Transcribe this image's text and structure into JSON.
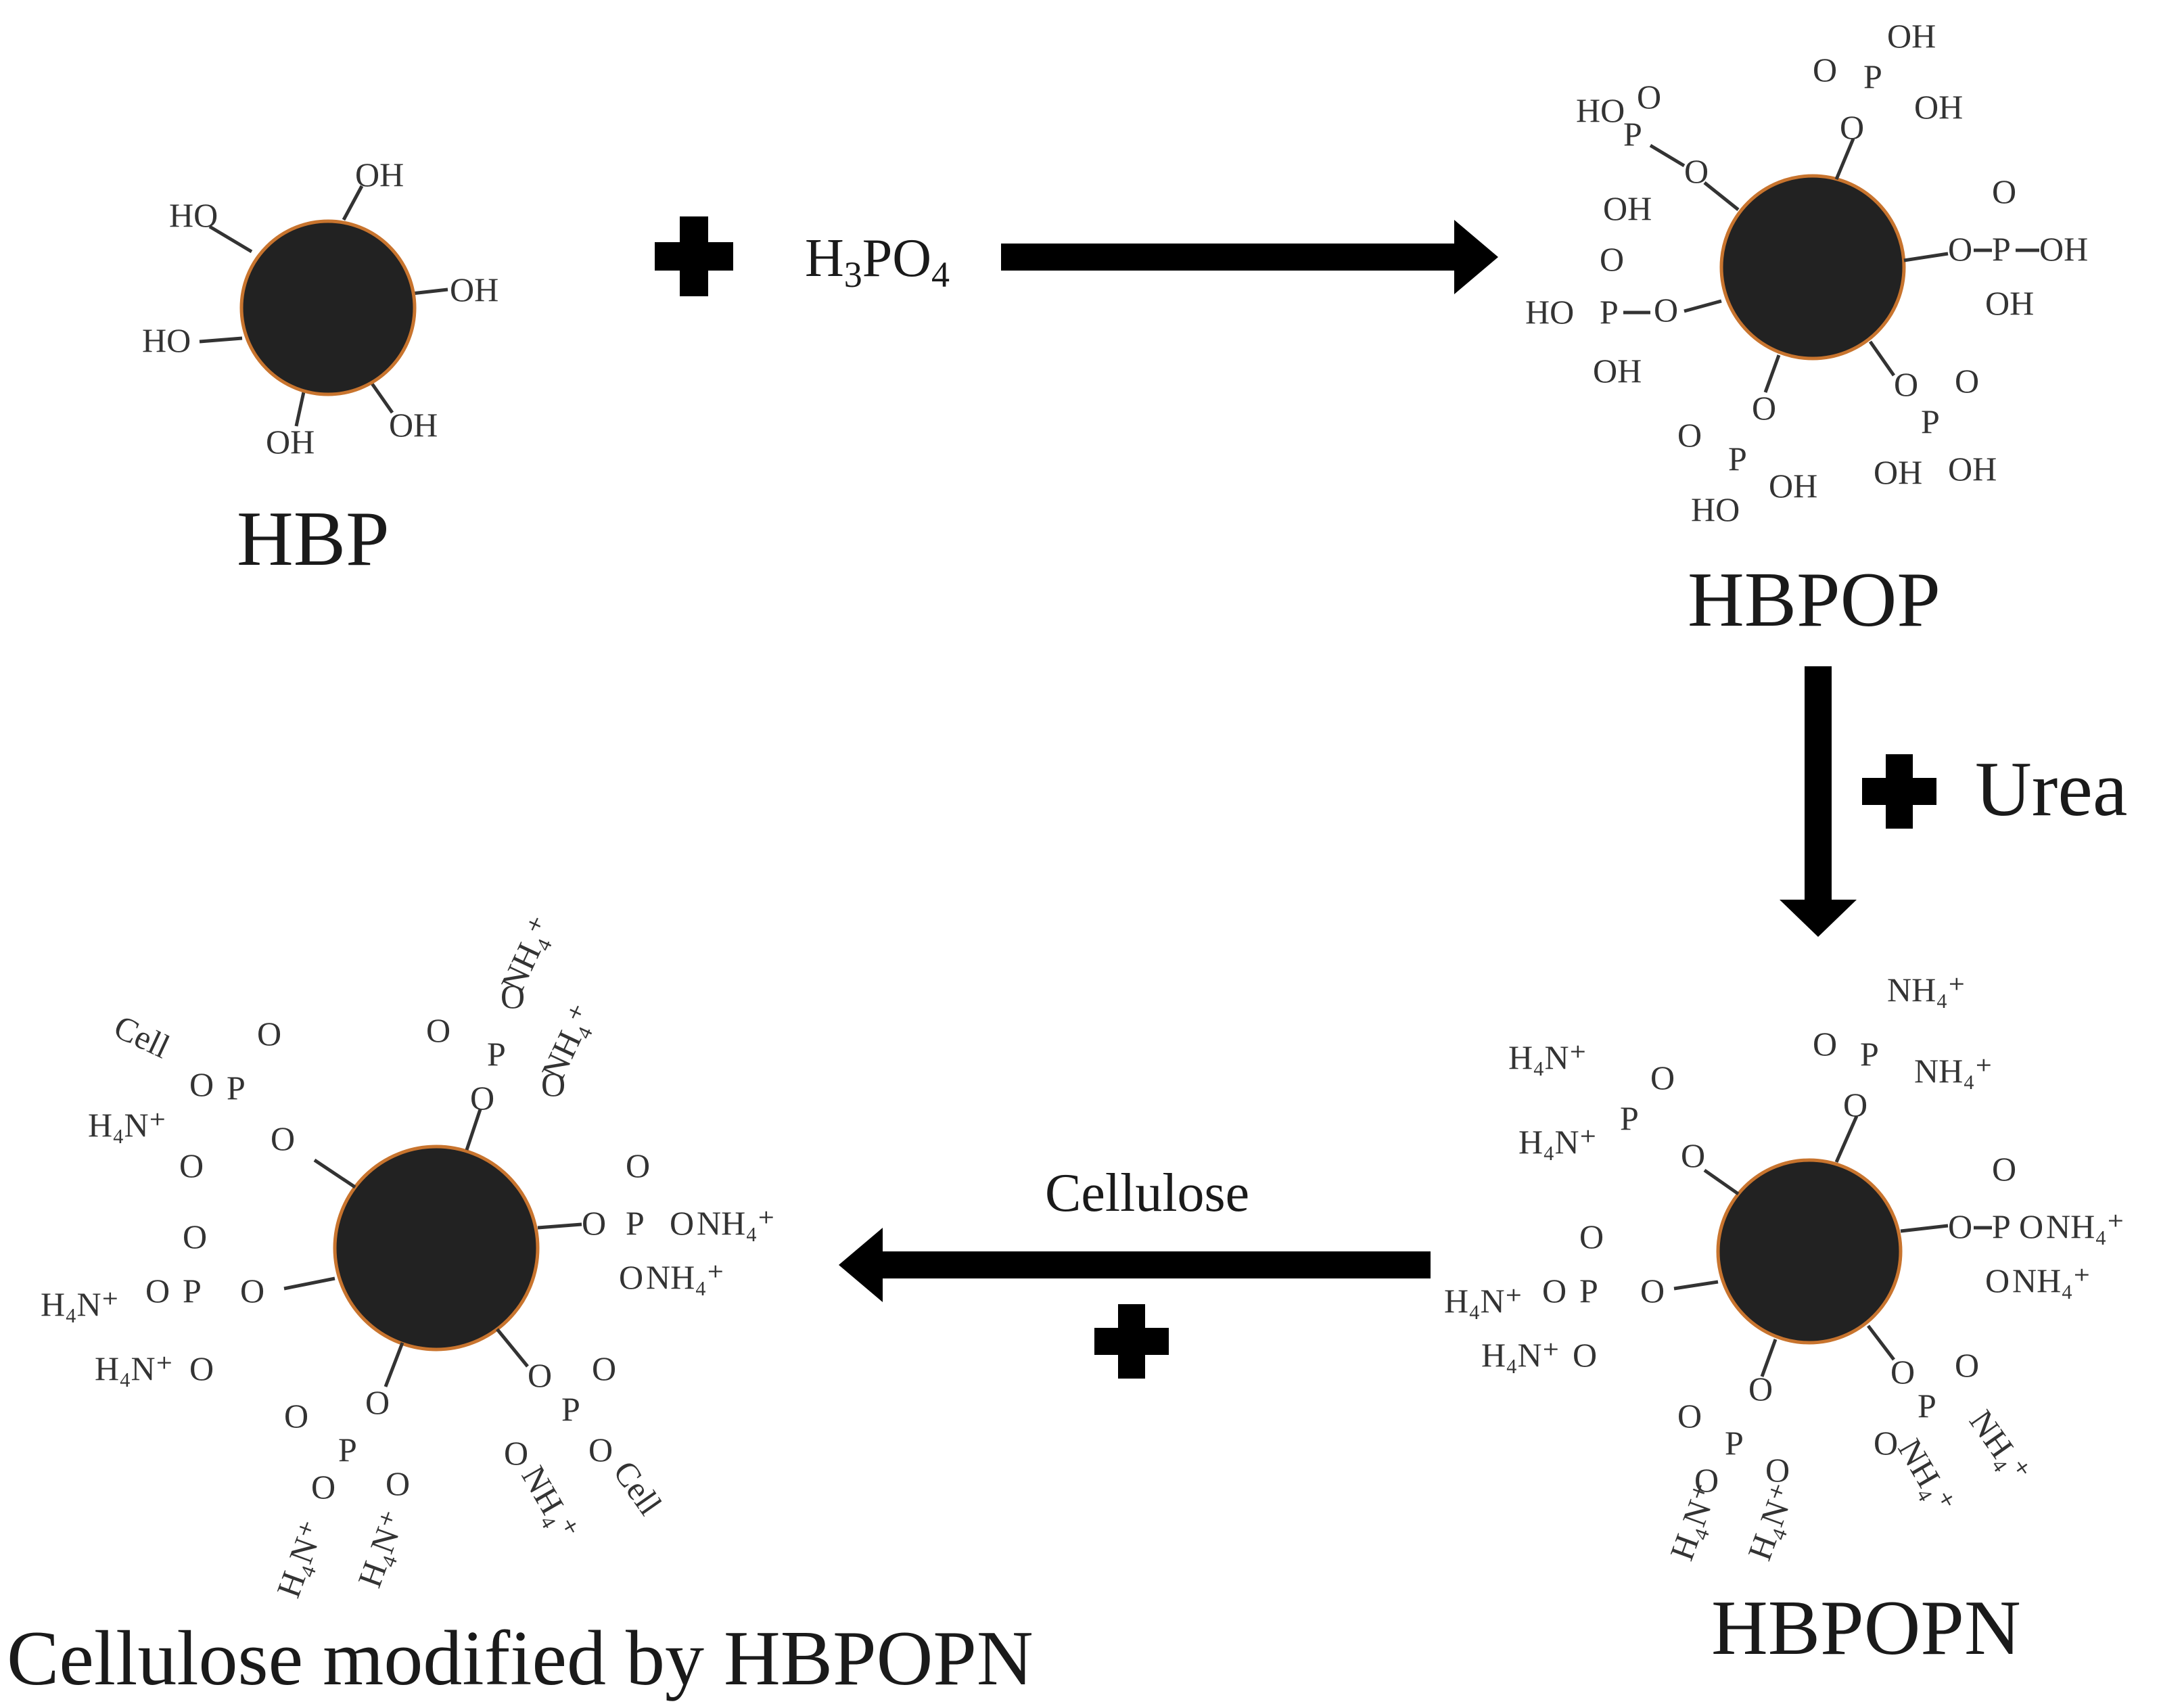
{
  "labels": {
    "hbp": "HBP",
    "hbpop": "HBPOP",
    "hbpopn": "HBPOPN",
    "product": "Cellulose modified by HBPOPN",
    "reagent1_main": "H",
    "reagent1_sub1": "3",
    "reagent1_mid": "PO",
    "reagent1_sub2": "4",
    "reagent2": "Urea",
    "reagent3": "Cellulose"
  },
  "groups": {
    "oh": "OH",
    "ho": "HO",
    "o": "O",
    "p": "P",
    "nh4": "NH₄⁺",
    "h4n": "H₄N⁺",
    "cell": "Cell"
  },
  "colors": {
    "core_fill": "#222222",
    "core_ring": "#c8742e",
    "arrow": "#000000"
  }
}
